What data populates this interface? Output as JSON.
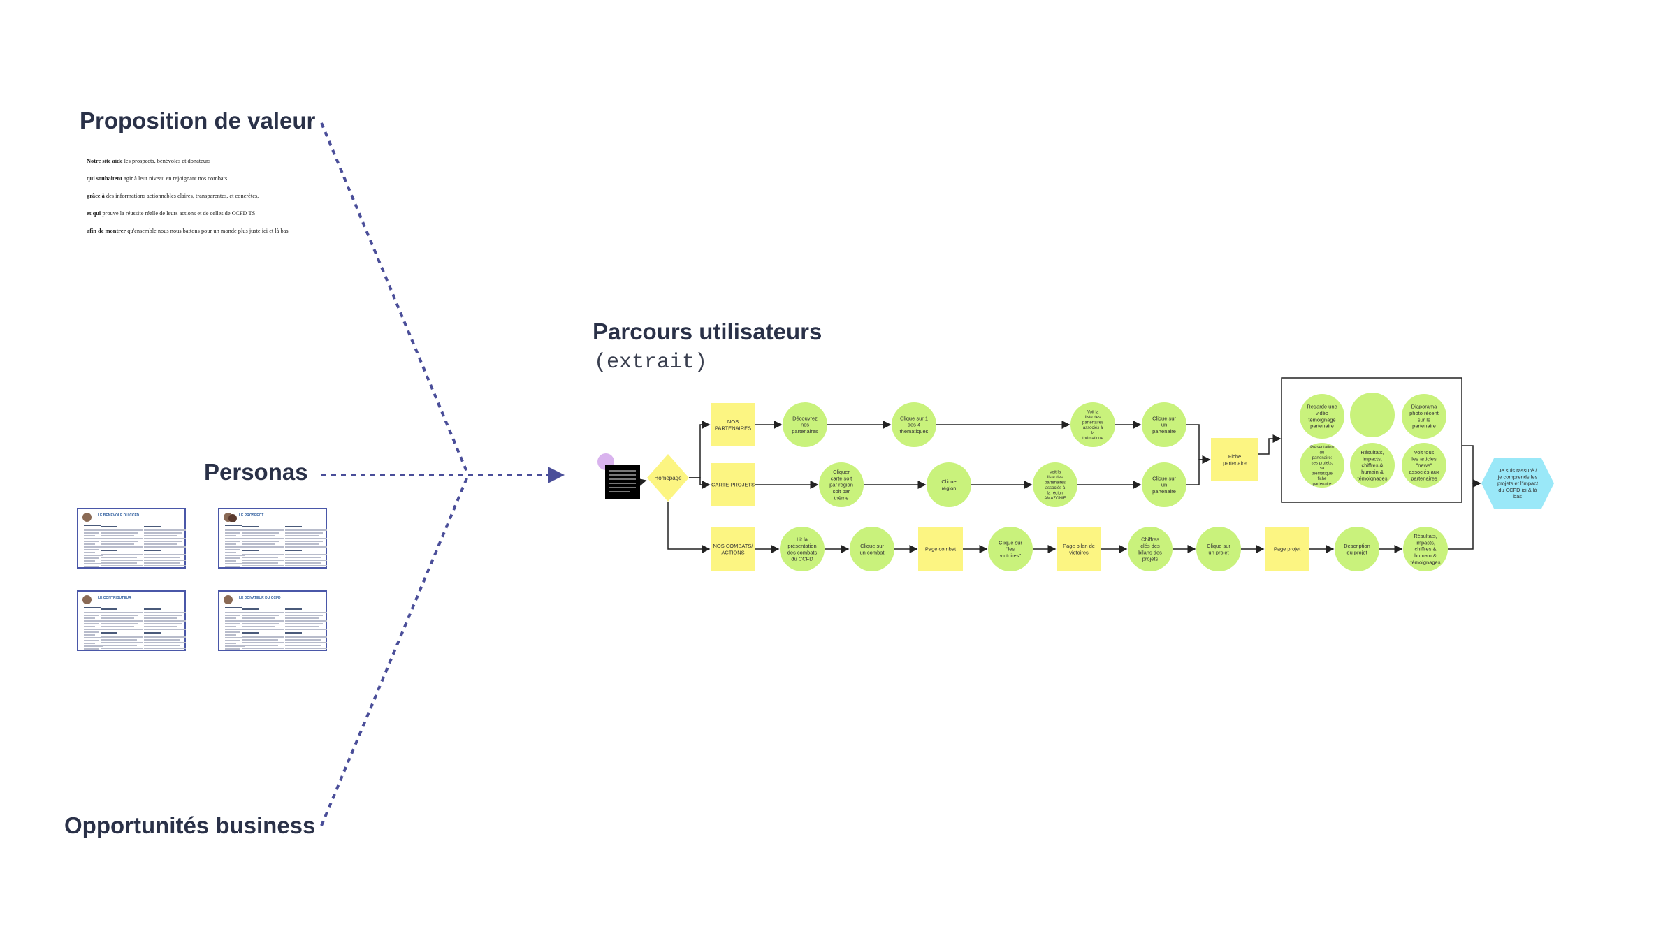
{
  "headings": {
    "proposition": "Proposition de valeur",
    "personas": "Personas",
    "opportunites": "Opportunités business",
    "parcours": "Parcours utilisateurs",
    "parcours_sub": "(extrait)"
  },
  "value_prop": [
    {
      "b": "Notre site aide",
      "t": " les prospects, bénévoles et donateurs"
    },
    {
      "b": "qui souhaitent",
      "t": " agir à leur niveau en rejoignant nos combats"
    },
    {
      "b": "grâce à",
      "t": " des informations actionnables claires, transparentes, et concrètes,"
    },
    {
      "b": "et qui",
      "t": " prouve la réussite réelle de leurs actions et de celles de CCFD TS"
    },
    {
      "b": "afin de montrer",
      "t": " qu'ensemble nous nous battons pour un monde plus juste ici et là bas"
    }
  ],
  "personas": [
    {
      "name": "LE BÉNÉVOLE DU CCFD"
    },
    {
      "name": "LE PROSPECT"
    },
    {
      "name": "LE CONTRIBUTEUR"
    },
    {
      "name": "LE DONATEUR DU CCFD"
    }
  ],
  "nodes": {
    "start_text": "",
    "homepage": "Homepage",
    "r1": [
      "NOS PARTENAIRES",
      "Découvrez nos partenaires",
      "Clique sur 1 des 4 thématiques",
      "Voit la liste des partenaires associés à la thématique",
      "Clique sur un partenaire"
    ],
    "r2": [
      "CARTE PROJETS",
      "Cliquer carte soit par région soit par thème",
      "Clique région",
      "Voit la liste des partenaires associés à la région AMAZONIE",
      "Clique sur un partenaire"
    ],
    "fiche": "Fiche partenaire",
    "box": [
      "Regarde une vidéo témoignage partenaire",
      "",
      "Diaporama photo récent sur le partenaire",
      "Présentation du partenaire: ses projets, sa thématique fiche partenaire",
      "Résultats, impacts, chiffres & humain & témoignages",
      "Voit tous les articles \"news\" associés aux partenaires"
    ],
    "r3": [
      "NOS COMBATS/ ACTIONS",
      "Lit la présentation des combats du CCFD",
      "Clique sur un combat",
      "Page combat",
      "Clique sur \"les victoires\"",
      "Page bilan de victoires",
      "Chiffres clés des bilans des projets",
      "Clique sur un projet",
      "Page projet",
      "Description du projet",
      "Résultats, impacts, chiffres & humain & témoignages"
    ],
    "end": "Je suis rassuré / je comprends les projets et l'impact du CCFD ici & là bas"
  },
  "colors": {
    "accent": "#4a4e99",
    "sticky": "#fcf582",
    "circle": "#c9f27c",
    "end": "#9ae8f8",
    "start": "#d9b3ee"
  }
}
